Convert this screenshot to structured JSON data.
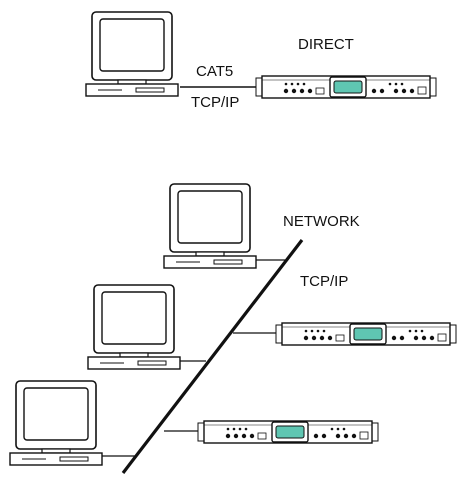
{
  "labels": {
    "direct": "DIRECT",
    "cat5": "CAT5",
    "tcpip_top": "TCP/IP",
    "network": "NETWORK",
    "tcpip_network": "TCP/IP"
  },
  "colors": {
    "line": "#111111",
    "device_body": "#ffffff",
    "display": "#5fc6b2"
  },
  "sections": [
    {
      "name": "direct-connection",
      "computers": 1,
      "devices": 1
    },
    {
      "name": "network-connection",
      "computers": 3,
      "devices": 2
    }
  ]
}
